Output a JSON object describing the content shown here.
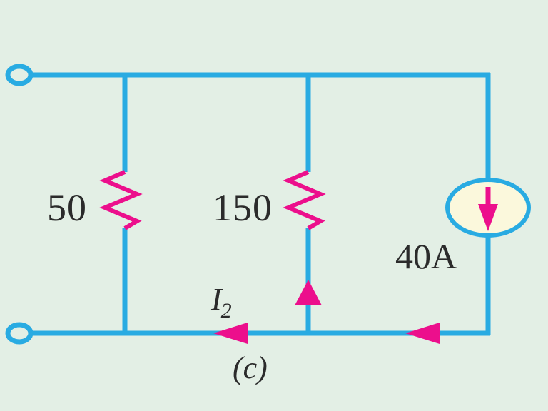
{
  "figure": {
    "caption": "(c)",
    "type": "electrical-circuit-schematic",
    "background_color": "#e3efe5",
    "wire_color": "#29abe2",
    "component_color": "#ec0f8c",
    "source_fill_color": "#fbf8dc",
    "text_color": "#2b2b2b"
  },
  "components": {
    "resistor_left": {
      "label": "50",
      "symbol": "resistor-zigzag"
    },
    "resistor_middle": {
      "label": "150",
      "symbol": "resistor-zigzag"
    },
    "current_source": {
      "label": "40A",
      "symbol": "current-source-ellipse",
      "direction": "down"
    }
  },
  "annotations": {
    "current_label": "I",
    "current_subscript": "2",
    "arrow_bottom_left_direction": "left",
    "arrow_bottom_right_direction": "left",
    "arrow_middle_branch_direction": "up"
  },
  "terminals": {
    "top_terminal": "open-terminal-node",
    "bottom_terminal": "open-terminal-node"
  }
}
